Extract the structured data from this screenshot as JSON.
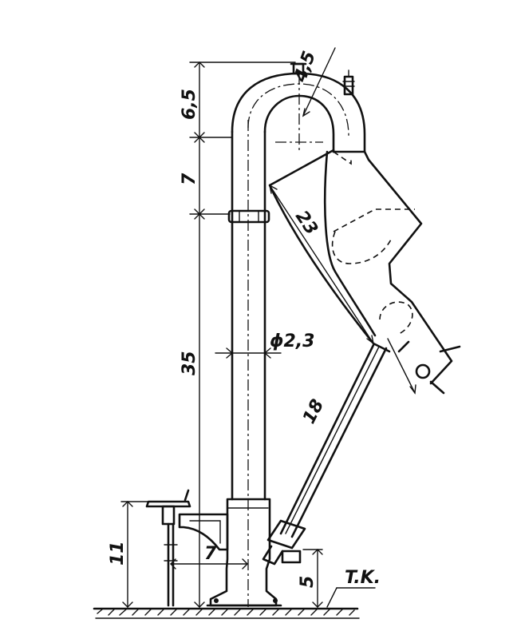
{
  "dimensions": {
    "d_6_5": "6,5",
    "d_4_5": "4,5",
    "d_7_upper": "7",
    "d_23": "23",
    "d_35": "35",
    "d_phi": "ϕ2,3",
    "d_18": "18",
    "d_11": "11",
    "d_7_lower": "7",
    "d_5": "5"
  },
  "labels": {
    "floor": "T.K."
  }
}
